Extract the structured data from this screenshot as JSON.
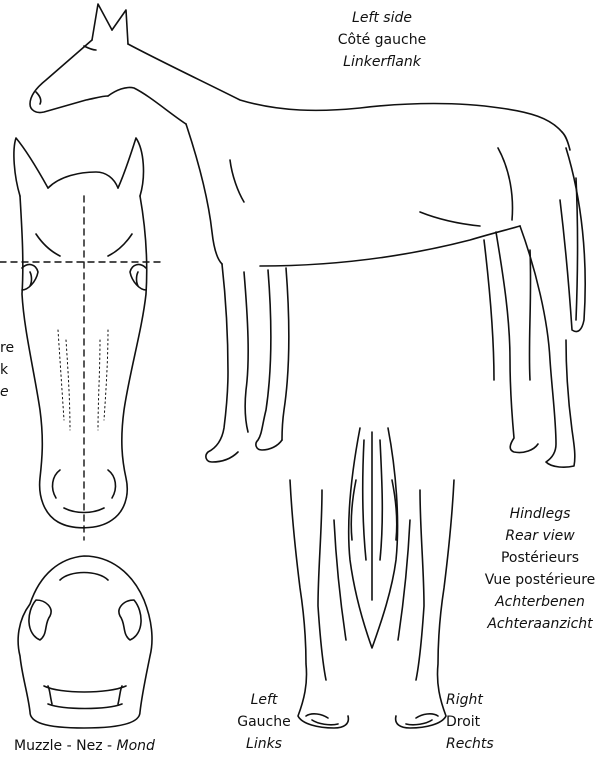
{
  "left_side_labels": [
    "Left side",
    "Côté gauche",
    "Linkerflank"
  ],
  "front_head_partial_labels": [
    "re",
    "k",
    "e"
  ],
  "hindlegs_labels": [
    "Hindlegs",
    "Rear view",
    "Postérieurs",
    "Vue postérieure",
    "Achterbenen",
    "Achteraanzicht"
  ],
  "muzzle_label": {
    "part1": "Muzzle - Nez - ",
    "part2": "Mond"
  },
  "left_labels": [
    "Left",
    "Gauche",
    "Links"
  ],
  "right_labels": [
    "Right",
    "Droit",
    "Rechts"
  ]
}
